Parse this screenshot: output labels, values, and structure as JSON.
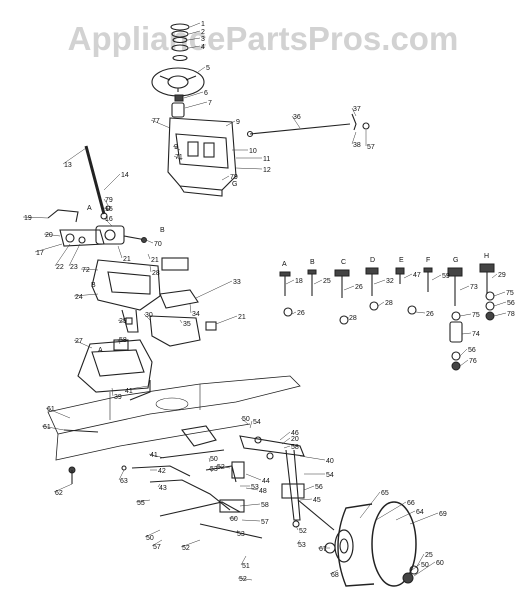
{
  "watermark": "AppliancePartsPros.com",
  "callouts": [
    "1",
    "2",
    "3",
    "4",
    "5",
    "6",
    "7",
    "8",
    "9",
    "10",
    "11",
    "12",
    "13",
    "14",
    "15",
    "16",
    "17",
    "18",
    "19",
    "20",
    "21",
    "22",
    "23",
    "24",
    "25",
    "26",
    "27",
    "28",
    "29",
    "30",
    "31",
    "32",
    "33",
    "34",
    "35",
    "36",
    "37",
    "38",
    "39",
    "40",
    "41",
    "42",
    "43",
    "44",
    "45",
    "46",
    "47",
    "48",
    "49",
    "50",
    "51",
    "52",
    "53",
    "54",
    "55",
    "56",
    "57",
    "58",
    "59",
    "60",
    "61",
    "62",
    "63",
    "64",
    "65",
    "66",
    "67",
    "68",
    "69",
    "70",
    "71",
    "72",
    "73",
    "74",
    "75",
    "76",
    "77",
    "78",
    "79",
    "80"
  ],
  "bolt_letters": [
    "A",
    "B",
    "C",
    "D",
    "E",
    "F",
    "G",
    "H"
  ],
  "assembly_letters": [
    "A",
    "B",
    "G"
  ]
}
